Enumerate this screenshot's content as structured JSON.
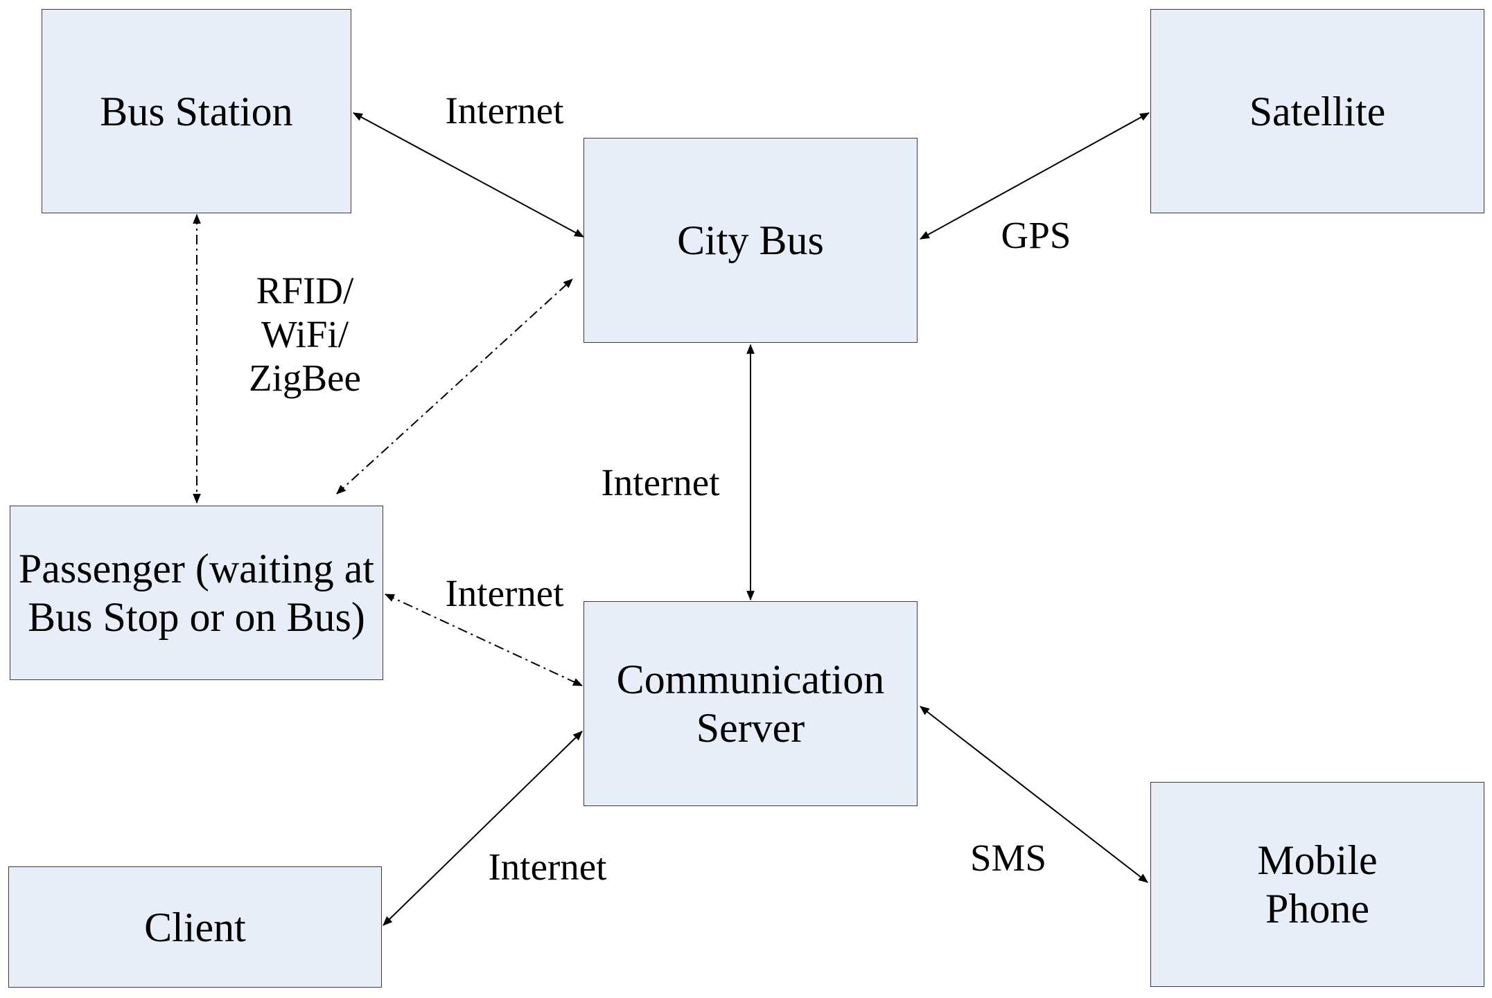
{
  "colors": {
    "node_fill": "#e8eef7",
    "stroke": "#000000"
  },
  "nodes": {
    "bus_station": {
      "label": "Bus Station"
    },
    "satellite": {
      "label": "Satellite"
    },
    "city_bus": {
      "label": "City Bus"
    },
    "passenger": {
      "label": "Passenger (waiting at\nBus Stop or on Bus)"
    },
    "communication_server": {
      "label": "Communication\nServer"
    },
    "client": {
      "label": "Client"
    },
    "mobile_phone": {
      "label": "Mobile\nPhone"
    }
  },
  "edges": [
    {
      "from": "bus_station",
      "to": "city_bus",
      "style": "solid",
      "label": "Internet"
    },
    {
      "from": "city_bus",
      "to": "satellite",
      "style": "solid",
      "label": "GPS"
    },
    {
      "from": "bus_station",
      "to": "passenger",
      "style": "dash-dot",
      "label": "RFID/\nWiFi/\nZigBee"
    },
    {
      "from": "passenger",
      "to": "city_bus",
      "style": "dash-dot",
      "label": ""
    },
    {
      "from": "city_bus",
      "to": "communication_server",
      "style": "solid",
      "label": "Internet"
    },
    {
      "from": "passenger",
      "to": "communication_server",
      "style": "dash-dot",
      "label": "Internet"
    },
    {
      "from": "client",
      "to": "communication_server",
      "style": "solid",
      "label": "Internet"
    },
    {
      "from": "communication_server",
      "to": "mobile_phone",
      "style": "solid",
      "label": "SMS"
    }
  ]
}
